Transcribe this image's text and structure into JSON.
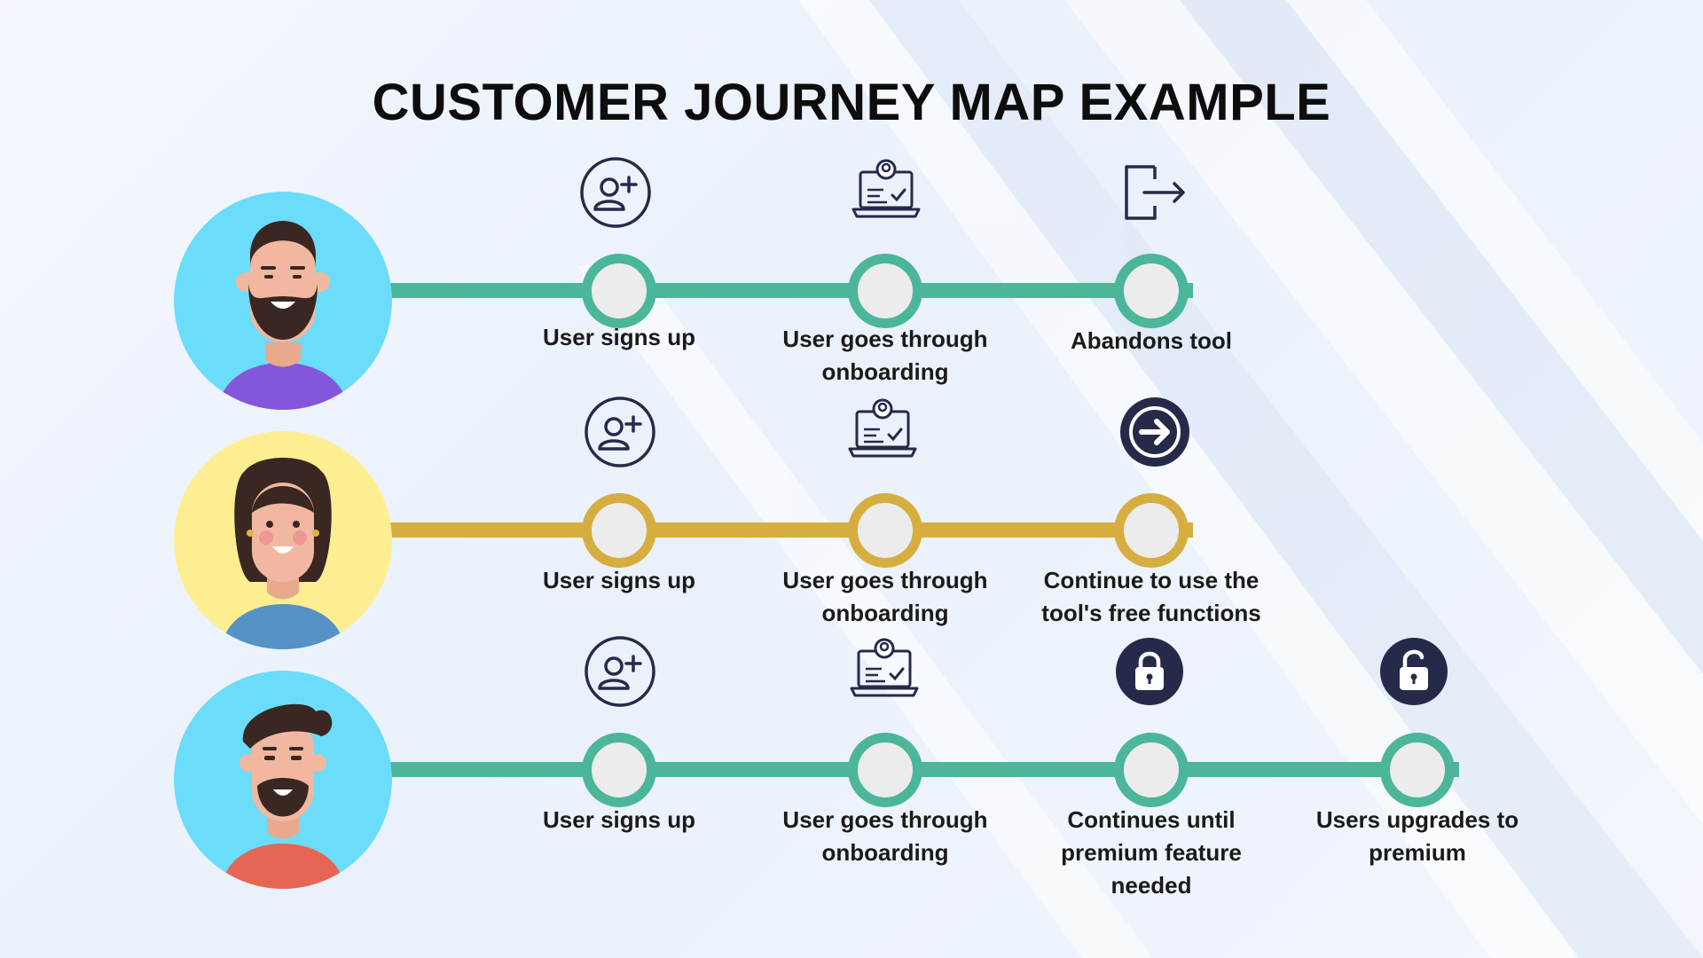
{
  "title": "CUSTOMER JOURNEY MAP EXAMPLE",
  "colors": {
    "line_teal": "#4cb699",
    "line_gold": "#d6ae40",
    "icon_navy": "#252a4a",
    "avatar_blue": "#6bdcfa",
    "avatar_yellow": "#fdee92",
    "shirt_purple": "#8556dc",
    "shirt_blue": "#5792c7",
    "shirt_red": "#e76555"
  },
  "journeys": [
    {
      "line_color": "#4cb699",
      "avatar": "bearded-man-avatar",
      "steps": [
        {
          "icon": "add-user-icon",
          "label": [
            "User signs up"
          ]
        },
        {
          "icon": "laptop-onboarding-icon",
          "label": [
            "User goes through",
            "onboarding"
          ]
        },
        {
          "icon": "logout-icon",
          "label": [
            "Abandons tool"
          ]
        }
      ]
    },
    {
      "line_color": "#d6ae40",
      "avatar": "woman-avatar",
      "steps": [
        {
          "icon": "add-user-icon",
          "label": [
            "User signs up"
          ]
        },
        {
          "icon": "laptop-onboarding-icon",
          "label": [
            "User goes through",
            "onboarding"
          ]
        },
        {
          "icon": "arrow-right-circle-icon",
          "label": [
            "Continue to use the",
            "tool's free functions"
          ]
        }
      ]
    },
    {
      "line_color": "#4cb699",
      "avatar": "mustache-man-avatar",
      "steps": [
        {
          "icon": "add-user-icon",
          "label": [
            "User signs up"
          ]
        },
        {
          "icon": "laptop-onboarding-icon",
          "label": [
            "User goes through",
            "onboarding"
          ]
        },
        {
          "icon": "locked-padlock-icon",
          "label": [
            "Continues until",
            "premium feature",
            "needed"
          ]
        },
        {
          "icon": "unlocked-padlock-icon",
          "label": [
            "Users upgrades to",
            "premium"
          ]
        }
      ]
    }
  ]
}
